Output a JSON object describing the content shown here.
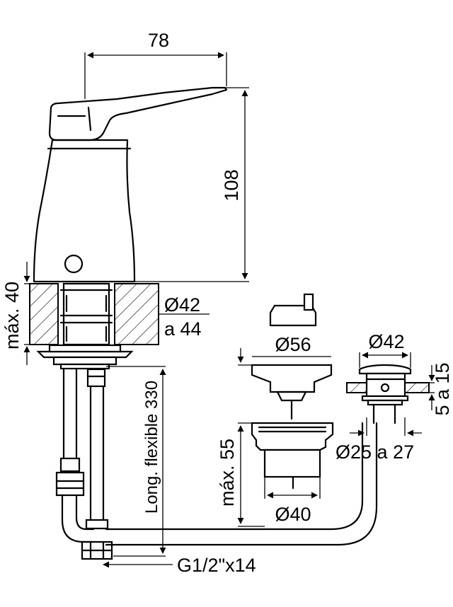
{
  "dimensions": {
    "width_top": "78",
    "height_total": "108",
    "max_deck": "máx. 40",
    "hole_diameter_a": "Ø42",
    "hole_diameter_b": "a 44",
    "flexible_length": "Long. flexible 330",
    "connection": "G1/2\"x14",
    "waste_cap_diameter": "Ø56",
    "waste_max": "máx. 55",
    "waste_body_diameter": "Ø40",
    "popup_diameter": "Ø42",
    "popup_hole": "Ø25 a 27",
    "popup_thickness": "5 a 15"
  }
}
